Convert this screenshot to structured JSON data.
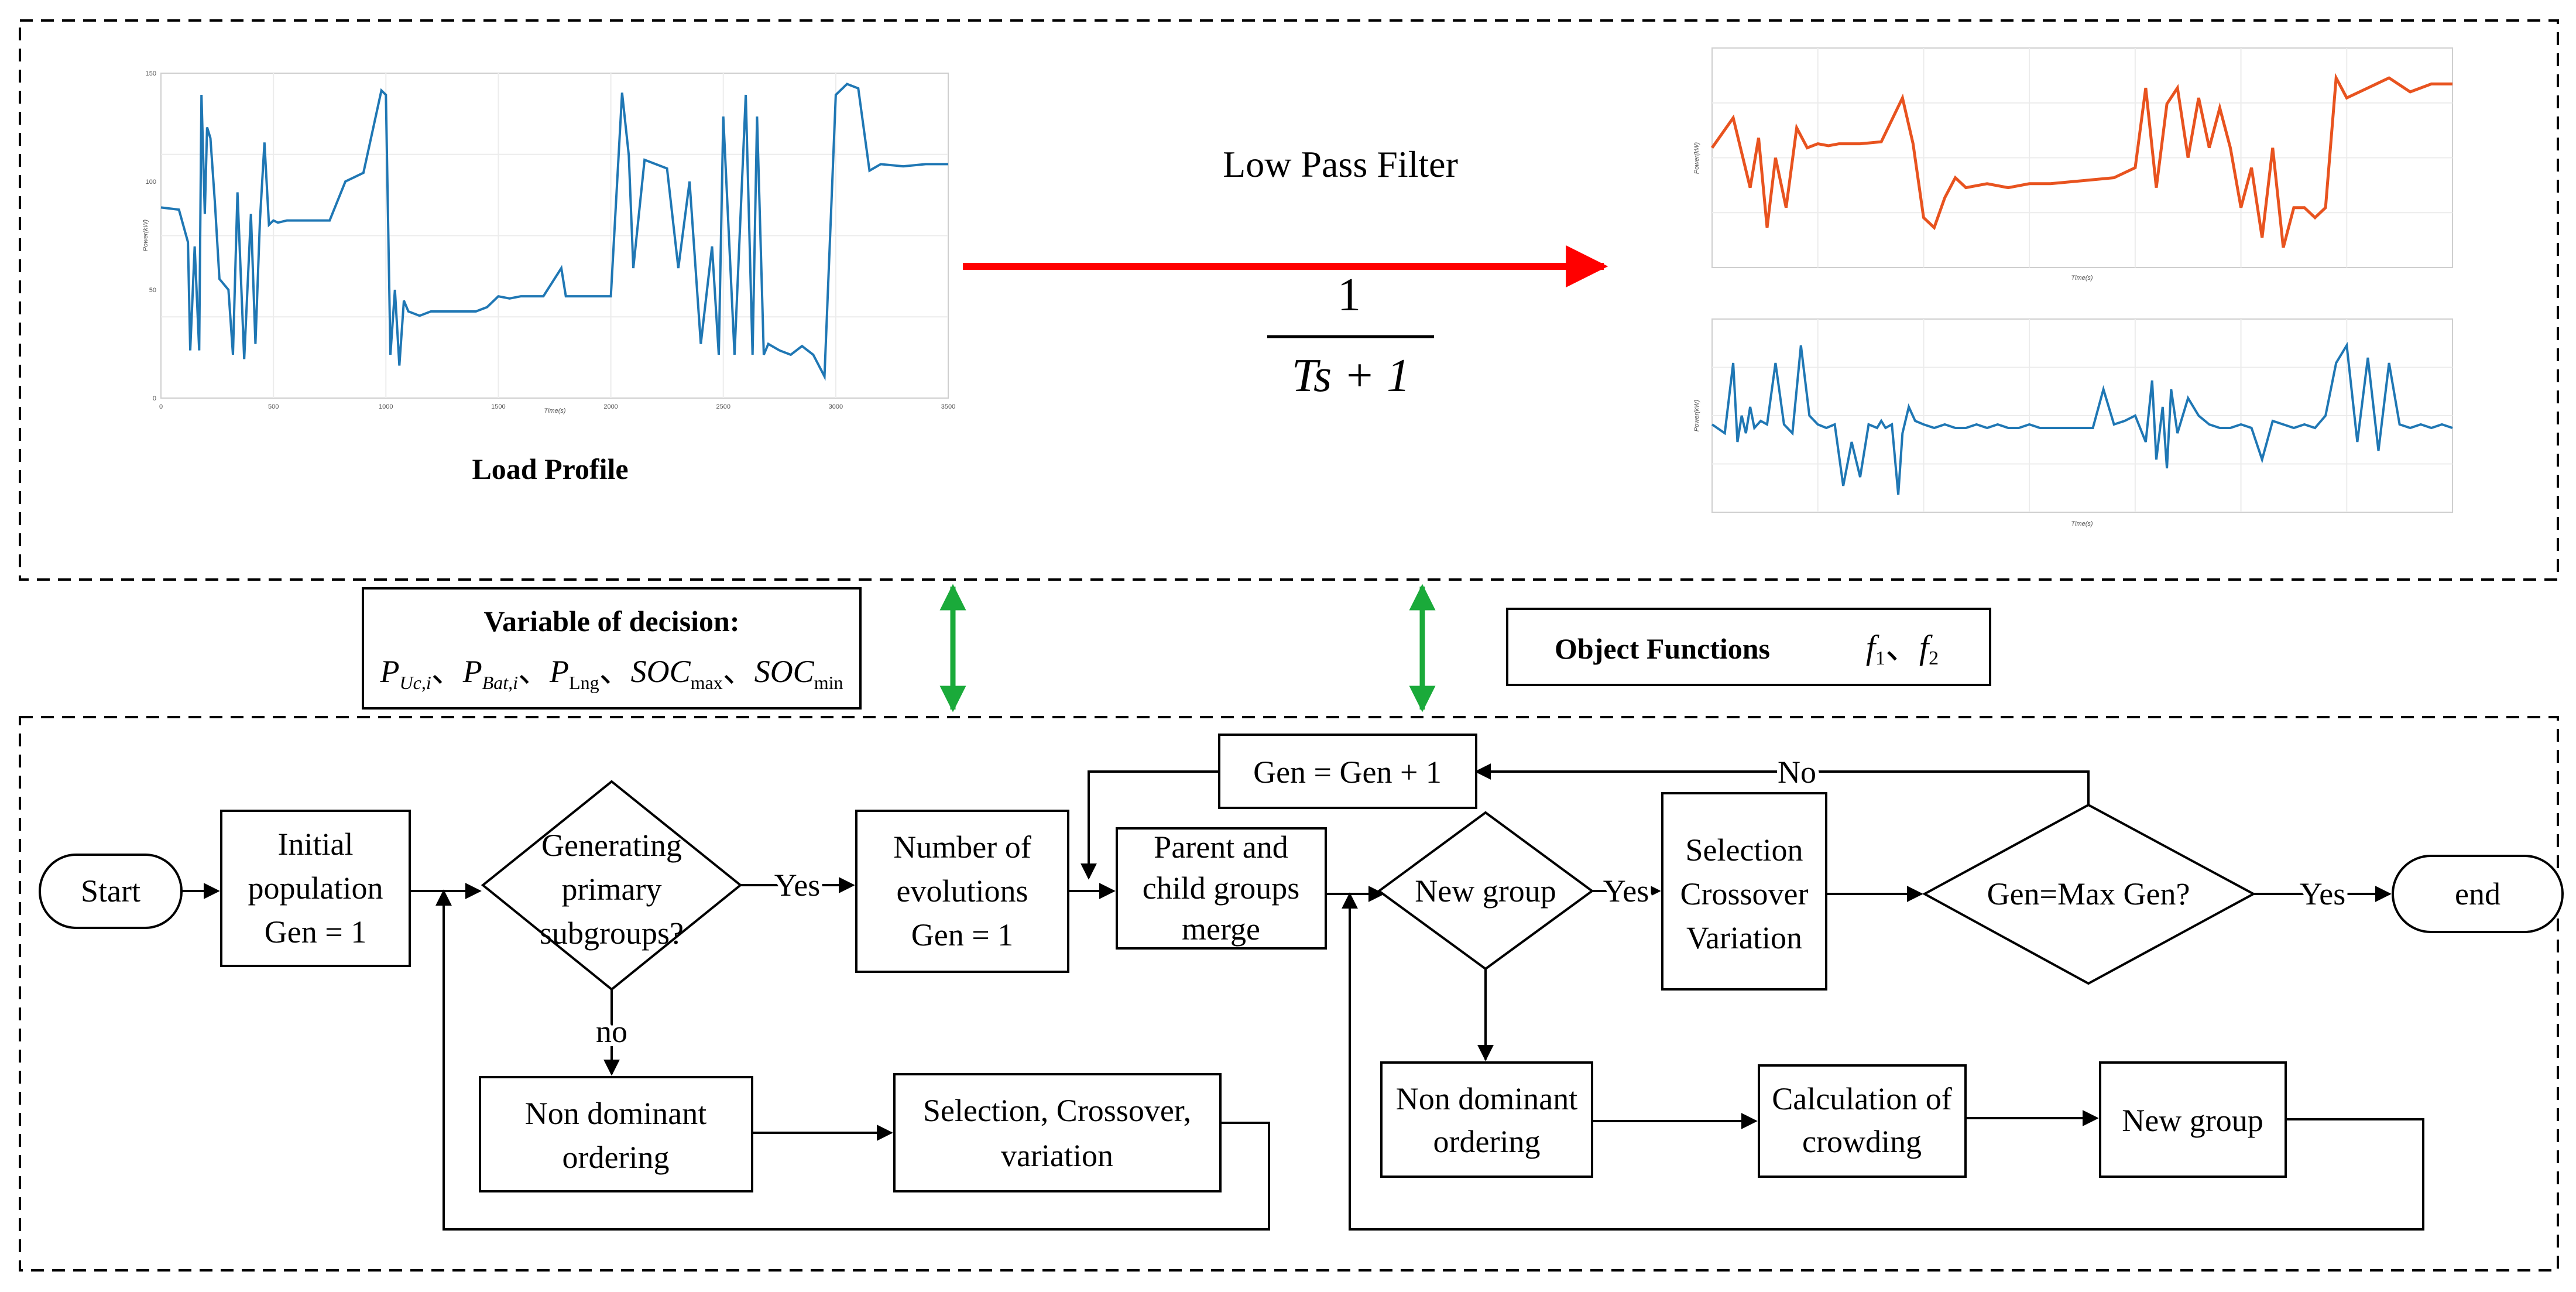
{
  "top_panel": {
    "load_profile_label": "Load Profile",
    "filter_title": "Low Pass Filter",
    "tf_numerator": "1",
    "tf_denominator": "Ts + 1"
  },
  "decision_vars": {
    "title": "Variable of decision:",
    "expression": "P_{Uc,i}、P_{Bat,i}、P_{Lng}、SOC_max、SOC_min",
    "p_uc_main": "P",
    "p_uc_sub": "Uc,i",
    "p_bat_main": "P",
    "p_bat_sub": "Bat,i",
    "p_lng_main": "P",
    "p_lng_sub": "Lng",
    "soc_max_main": "SOC",
    "soc_max_sub": "max",
    "soc_min_main": "SOC",
    "soc_min_sub": "min",
    "sep": "、"
  },
  "objectives": {
    "title": "Object Functions",
    "f1_main": "f",
    "f1_sub": "1",
    "f2_main": "f",
    "f2_sub": "2",
    "sep": "、"
  },
  "flow": {
    "start": "Start",
    "initial_line1": "Initial",
    "initial_line2": "population",
    "initial_line3": "Gen = 1",
    "gen_prim_line1": "Generating",
    "gen_prim_line2": "primary",
    "gen_prim_line3": "subgroups?",
    "yes1": "Yes",
    "no1": "no",
    "num_evo_line1": "Number of",
    "num_evo_line2": "evolutions",
    "num_evo_line3": "Gen = 1",
    "parent_line1": "Parent and",
    "parent_line2": "child groups",
    "parent_line3": "merge",
    "new_group_q": "New group",
    "yes2": "Yes",
    "selection_line1": "Selection",
    "selection_line2": "Crossover",
    "selection_line3": "Variation",
    "gen_max": "Gen=Max Gen?",
    "yes3": "Yes",
    "end": "end",
    "gen_inc": "Gen = Gen + 1",
    "no2": "No",
    "nondom1_line1": "Non dominant",
    "nondom1_line2": "ordering",
    "sel_cross_line1": "Selection, Crossover,",
    "sel_cross_line2": "variation",
    "nondom2_line1": "Non dominant",
    "nondom2_line2": "ordering",
    "crowd_line1": "Calculation of",
    "crowd_line2": "crowding",
    "new_group_box": "New group"
  },
  "colors": {
    "blue_series": "#1f77b4",
    "orange_series": "#e8531f",
    "filter_arrow": "#ff0000",
    "link_arrow": "#1aaa3a"
  },
  "chart_data": [
    {
      "type": "line",
      "title": "",
      "xlabel": "Time(s)",
      "ylabel": "Power(kW)",
      "xlim": [
        0,
        3500
      ],
      "ylim": [
        0,
        150
      ],
      "x_ticks": [
        0,
        500,
        1000,
        1500,
        2000,
        2500,
        3000,
        3500
      ],
      "y_ticks": [
        0,
        50,
        100,
        150
      ],
      "grid": true,
      "series": [
        {
          "x": [
            0,
            80,
            120,
            130,
            150,
            170,
            180,
            195,
            205,
            220,
            240,
            260,
            300,
            320,
            340,
            370,
            400,
            420,
            440,
            460,
            480,
            500,
            520,
            560,
            600,
            680,
            750,
            820,
            840,
            900,
            980,
            1000,
            1020,
            1040,
            1060,
            1080,
            1100,
            1150,
            1200,
            1300,
            1400,
            1450,
            1500,
            1550,
            1600,
            1700,
            1780,
            1800,
            1900,
            2000,
            2050,
            2080,
            2100,
            2150,
            2200,
            2250,
            2300,
            2350,
            2400,
            2450,
            2480,
            2500,
            2550,
            2600,
            2630,
            2650,
            2680,
            2700,
            2750,
            2800,
            2850,
            2900,
            2950,
            3000,
            3050,
            3100,
            3150,
            3200,
            3300,
            3400,
            3500
          ],
          "y": [
            88,
            87,
            72,
            22,
            70,
            22,
            140,
            85,
            125,
            120,
            90,
            55,
            50,
            20,
            95,
            18,
            85,
            25,
            82,
            118,
            80,
            82,
            81,
            82,
            82,
            82,
            82,
            100,
            101,
            104,
            142,
            140,
            20,
            50,
            15,
            45,
            40,
            38,
            40,
            40,
            40,
            42,
            47,
            46,
            47,
            47,
            60,
            47,
            47,
            47,
            141,
            112,
            60,
            110,
            108,
            106,
            60,
            100,
            25,
            70,
            20,
            130,
            20,
            140,
            20,
            130,
            20,
            25,
            22,
            20,
            24,
            20,
            10,
            140,
            145,
            143,
            105,
            108,
            107,
            108,
            108
          ]
        }
      ]
    },
    {
      "type": "line",
      "title": "",
      "xlabel": "Time(s)",
      "ylabel": "Power(kW)",
      "series": [
        {
          "x": [
            0,
            100,
            180,
            220,
            260,
            300,
            350,
            400,
            450,
            500,
            550,
            600,
            700,
            800,
            900,
            950,
            1000,
            1050,
            1100,
            1150,
            1200,
            1300,
            1400,
            1500,
            1600,
            1700,
            1800,
            1900,
            2000,
            2050,
            2100,
            2150,
            2200,
            2250,
            2300,
            2350,
            2400,
            2450,
            2500,
            2550,
            2600,
            2650,
            2700,
            2750,
            2800,
            2850,
            2900,
            2950,
            3000,
            3100,
            3200,
            3300,
            3400,
            3500
          ],
          "y": [
            60,
            75,
            40,
            65,
            20,
            55,
            30,
            70,
            60,
            62,
            61,
            62,
            62,
            63,
            85,
            62,
            25,
            20,
            35,
            45,
            40,
            42,
            40,
            42,
            42,
            43,
            44,
            45,
            50,
            90,
            40,
            82,
            90,
            55,
            85,
            60,
            80,
            60,
            30,
            50,
            15,
            60,
            10,
            30,
            30,
            25,
            30,
            95,
            85,
            90,
            95,
            88,
            92,
            92
          ]
        }
      ]
    },
    {
      "type": "line",
      "title": "",
      "xlabel": "Time(s)",
      "ylabel": "Power(kW)",
      "series": [
        {
          "x": [
            0,
            60,
            100,
            120,
            140,
            160,
            180,
            200,
            230,
            260,
            300,
            340,
            380,
            420,
            460,
            500,
            540,
            580,
            620,
            660,
            700,
            740,
            780,
            800,
            820,
            850,
            880,
            900,
            930,
            960,
            1000,
            1050,
            1100,
            1150,
            1200,
            1250,
            1300,
            1350,
            1400,
            1450,
            1500,
            1550,
            1600,
            1650,
            1700,
            1750,
            1800,
            1850,
            1900,
            1950,
            2000,
            2050,
            2080,
            2100,
            2130,
            2150,
            2170,
            2200,
            2250,
            2300,
            2350,
            2400,
            2450,
            2500,
            2550,
            2600,
            2650,
            2700,
            2750,
            2800,
            2850,
            2900,
            2950,
            3000,
            3050,
            3100,
            3150,
            3200,
            3250,
            3300,
            3350,
            3400,
            3450,
            3500
          ],
          "y": [
            50,
            45,
            85,
            40,
            55,
            45,
            60,
            48,
            52,
            50,
            85,
            50,
            45,
            95,
            55,
            50,
            48,
            50,
            15,
            40,
            20,
            50,
            48,
            52,
            48,
            50,
            10,
            45,
            60,
            52,
            50,
            48,
            50,
            48,
            48,
            50,
            48,
            50,
            48,
            48,
            50,
            48,
            48,
            48,
            48,
            48,
            48,
            70,
            50,
            52,
            55,
            40,
            75,
            30,
            60,
            25,
            70,
            45,
            65,
            55,
            50,
            48,
            48,
            50,
            48,
            30,
            52,
            50,
            48,
            50,
            48,
            55,
            85,
            95,
            40,
            88,
            35,
            85,
            50,
            48,
            50,
            48,
            50,
            48
          ]
        }
      ]
    }
  ]
}
